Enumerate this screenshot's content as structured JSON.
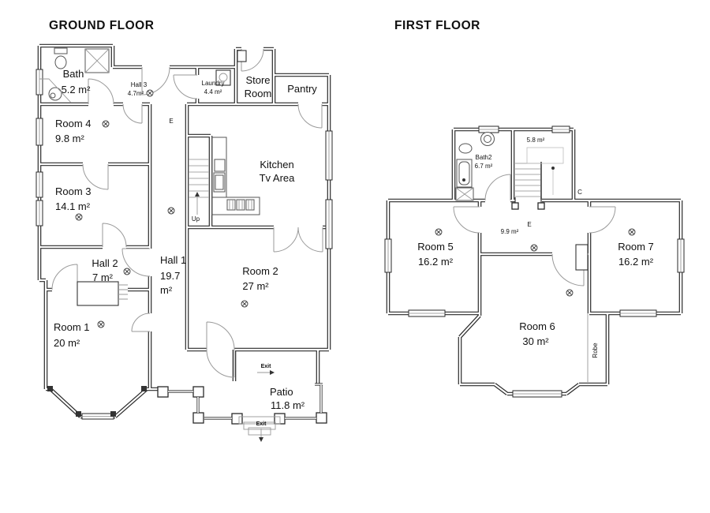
{
  "ground": {
    "title": "GROUND FLOOR",
    "rooms": {
      "bath": {
        "name": "Bath",
        "area": "5.2 m²"
      },
      "hall3": {
        "name": "Hall 3",
        "area": "4.7m²"
      },
      "laundry": {
        "name": "Laundry",
        "area": "4.4 m²"
      },
      "store": {
        "line1": "Store",
        "line2": "Room"
      },
      "pantry": {
        "name": "Pantry"
      },
      "room4": {
        "name": "Room 4",
        "area": "9.8 m²"
      },
      "room3": {
        "name": "Room 3",
        "area": "14.1 m²"
      },
      "kitchen": {
        "line1": "Kitchen",
        "line2": "Tv Area"
      },
      "hall2": {
        "name": "Hall 2",
        "area": "7 m²"
      },
      "hall1": {
        "name": "Hall 1",
        "area_line1": "19.7",
        "area_line2": "m²"
      },
      "room2": {
        "name": "Room 2",
        "area": "27 m²"
      },
      "room1": {
        "name": "Room 1",
        "area": "20 m²"
      },
      "patio": {
        "name": "Patio",
        "area": "11.8 m²"
      }
    },
    "annotations": {
      "entrance": "E",
      "up": "Up",
      "exit_top": "Exit",
      "exit_bottom": "Exit"
    }
  },
  "first": {
    "title": "FIRST FLOOR",
    "rooms": {
      "bath2": {
        "name": "Bath2",
        "area": "6.7 m²"
      },
      "stairwell": {
        "area": "5.8 m²"
      },
      "landing": {
        "area": "9.9 m²"
      },
      "room5": {
        "name": "Room 5",
        "area": "16.2 m²"
      },
      "room6": {
        "name": "Room 6",
        "area": "30 m²"
      },
      "room7": {
        "name": "Room 7",
        "area": "16.2 m²"
      },
      "robe": {
        "name": "Robe"
      }
    },
    "annotations": {
      "entrance": "E",
      "closet": "C"
    }
  },
  "colors": {
    "wall": "#2a2a2a",
    "door_arc": "#9a9a9a",
    "stair_tread": "#aaaaaa",
    "text": "#111111",
    "background": "#ffffff"
  }
}
